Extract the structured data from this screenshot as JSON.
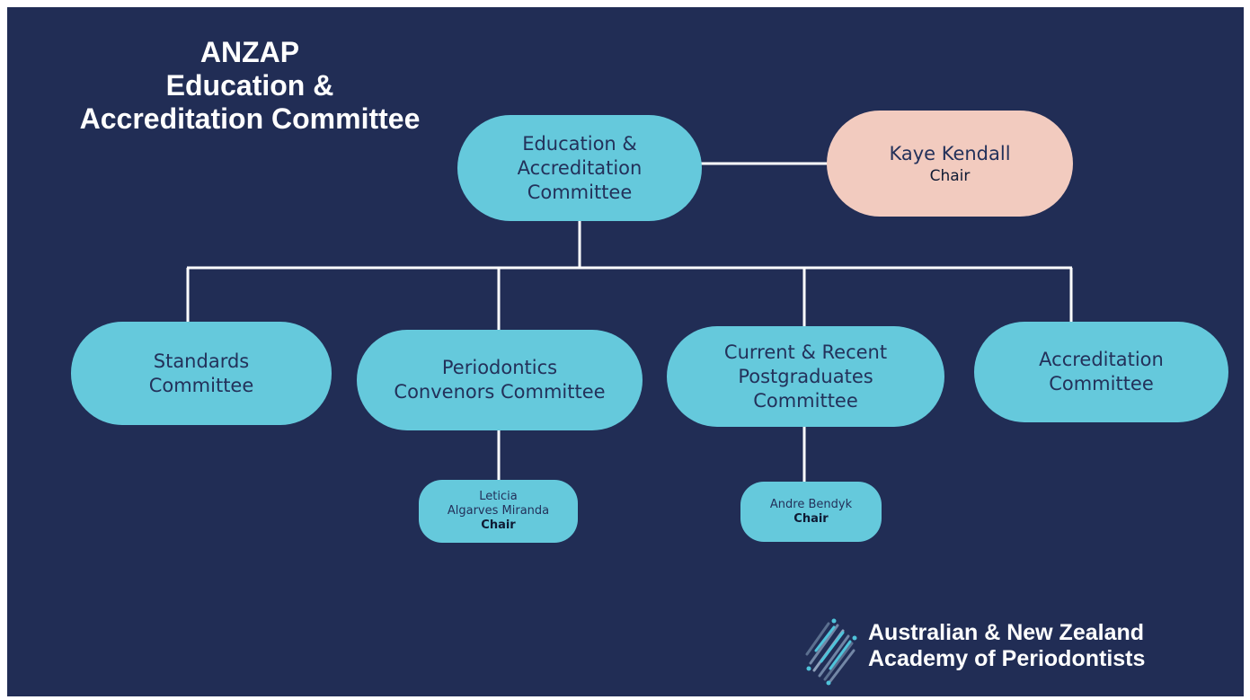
{
  "title": {
    "line1": "ANZAP",
    "line2": "Education &",
    "line3": "Accreditation Committee"
  },
  "nodes": {
    "root": {
      "lines": [
        "Education &",
        "Accreditation",
        "Committee"
      ]
    },
    "chair": {
      "name": "Kaye Kendall",
      "role": "Chair"
    },
    "standards": {
      "lines": [
        "Standards",
        "Committee"
      ]
    },
    "periodontics": {
      "lines": [
        "Periodontics",
        "Convenors Committee"
      ]
    },
    "postgrad": {
      "lines": [
        "Current & Recent",
        "Postgraduates",
        "Committee"
      ]
    },
    "accreditation": {
      "lines": [
        "Accreditation",
        "Committee"
      ]
    },
    "periodontics_chair": {
      "name_lines": [
        "Leticia",
        "Algarves Miranda"
      ],
      "role": "Chair"
    },
    "postgrad_chair": {
      "name": "Andre Bendyk",
      "role": "Chair"
    }
  },
  "logo": {
    "line1": "Australian & New Zealand",
    "line2": "Academy of Periodontists",
    "icon": "diagonal-stripes-logo-icon"
  },
  "colors": {
    "background": "#212d55",
    "node_fill": "#65c9dc",
    "chair_fill": "#f2cbbf",
    "connector": "#ffffff",
    "node_text": "#23315a"
  }
}
